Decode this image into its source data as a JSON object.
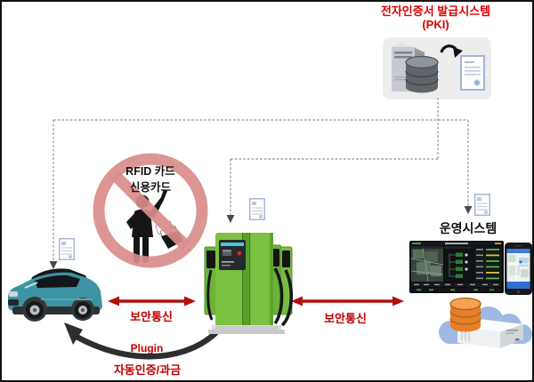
{
  "pki_system": {
    "title_line1": "전자인증서 발급시스템",
    "title_line2": "(PKI)"
  },
  "prohibition_sign": {
    "line1": "RFID 카드",
    "line2": "신용카드"
  },
  "connections": {
    "secure_comm": "보안통신",
    "plugin": "Plugin",
    "auto_auth_billing": "자동인증/과금"
  },
  "operation_system": {
    "title": "운영시스템"
  },
  "icons": {
    "pki_server": "server-database-icon",
    "pki_sync": "curved-sync-arrow-icon",
    "certificate": "certificate-icon",
    "car": "ev-car-image",
    "charger": "ev-charger-image",
    "monitor": "dashboard-monitor-image",
    "phone": "smartphone-image",
    "cloud": "cloud-icon",
    "database": "database-icon",
    "server": "server-icon",
    "no_sign": "prohibition-sign",
    "person": "person-silhouette-icon",
    "card_hand": "hand-with-cards-icon"
  },
  "colors": {
    "title_red": "#e00000",
    "label_red": "#c00000",
    "arrow_red": "#b30f0f",
    "charger_green": "#7cc142",
    "prohibition_pink": "#d98c8c",
    "cloud_blue": "#9fb9e2",
    "database_orange": "#e5802a",
    "car_teal": "#3e93a3",
    "connector_gray": "#8f8f8f"
  }
}
